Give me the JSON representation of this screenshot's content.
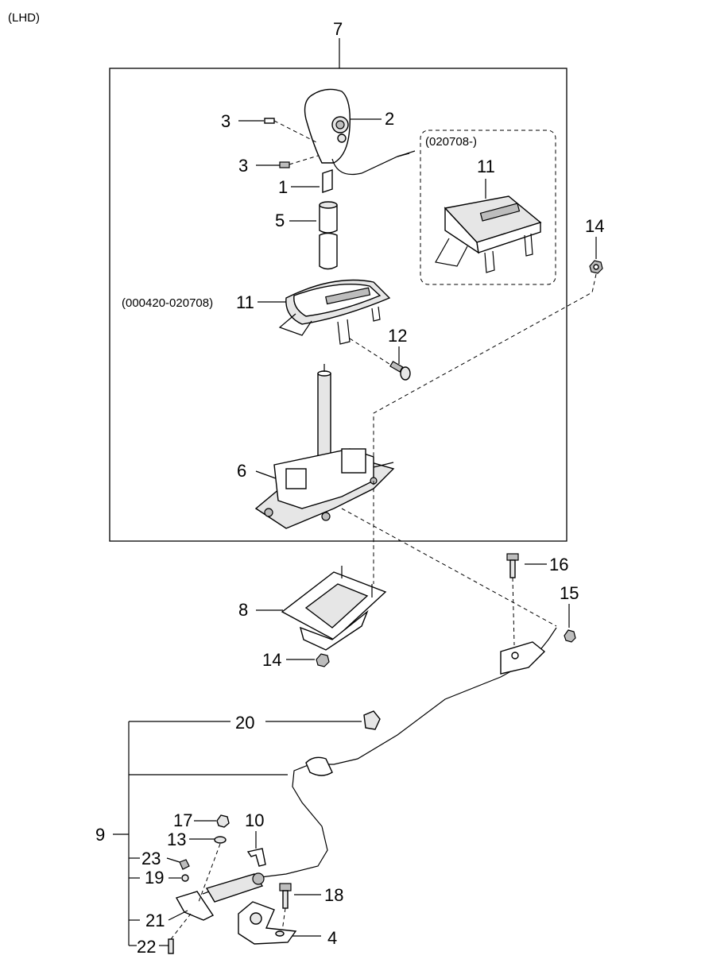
{
  "variant_label": "(LHD)",
  "detail_box": {
    "date_range": "(020708-)"
  },
  "callouts": {
    "c1": "1",
    "c2": "2",
    "c3a": "3",
    "c3b": "3",
    "c4": "4",
    "c5": "5",
    "c6": "6",
    "c7": "7",
    "c8": "8",
    "c9": "9",
    "c10": "10",
    "c11_detail": "11",
    "c11_main": "11",
    "c12": "12",
    "c13": "13",
    "c14a": "14",
    "c14b": "14",
    "c15": "15",
    "c16": "16",
    "c17": "17",
    "c18": "18",
    "c19": "19",
    "c20": "20",
    "c21": "21",
    "c22": "22",
    "c23": "23"
  },
  "part11_range": "(000420-020708)"
}
